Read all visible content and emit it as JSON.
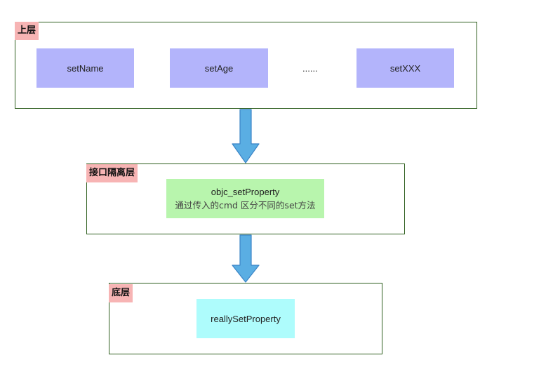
{
  "top_layer": {
    "label": "上层",
    "methods": [
      "setName",
      "setAge",
      "setXXX"
    ],
    "ellipsis": "......"
  },
  "middle_layer": {
    "label": "接口隔离层",
    "function_name": "objc_setProperty",
    "description": "通过传入的cmd 区分不同的set方法"
  },
  "bottom_layer": {
    "label": "底层",
    "function_name": "reallySetProperty"
  },
  "colors": {
    "layer_border": "#2f5f1f",
    "tag": "#f7b4b4",
    "method_box": "#b3b4fb",
    "interface_box": "#b8f5ad",
    "bottom_box": "#aefcfc",
    "arrow_fill": "#5aaee3",
    "arrow_stroke": "#3b84c6"
  }
}
